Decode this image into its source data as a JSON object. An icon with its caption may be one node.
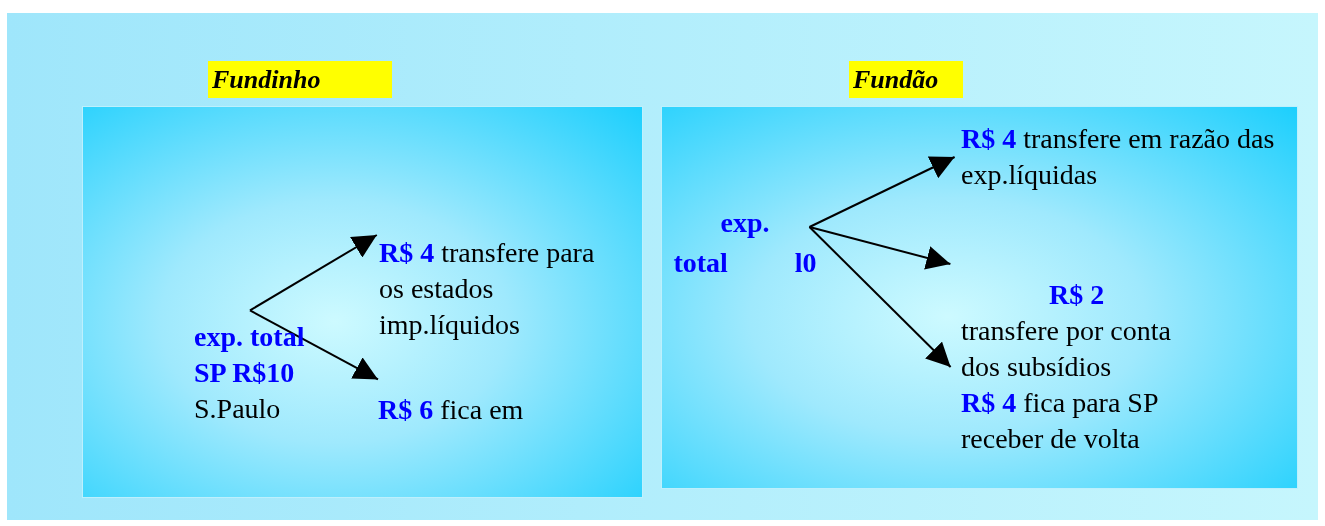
{
  "diagram": {
    "nodes": [
      {
        "text": [
          "Fundinho"
        ]
      },
      {
        "text": [
          "**exp. total SP R$10** S.Paulo"
        ],
        "in": 0
      },
      {
        "text": [
          "**R$ 4** transfere para os estados imp.líquidos"
        ],
        "in": 0
      },
      {
        "text": [
          "**R$ 6** fica em"
        ],
        "in": 0
      },
      {
        "text": [
          "Fundão"
        ]
      },
      {
        "text": [
          "exp. total l0"
        ],
        "in": 4
      },
      {
        "text": [
          "**R$ 4** transfere em razão das exp.líquidas"
        ],
        "in": 4
      },
      {
        "text": [
          "**R$ 2** transfere por conta dos subsídios"
        ],
        "in": 4
      },
      {
        "text": [
          "**R$ 4** fica para SP receber de volta"
        ],
        "in": 4
      }
    ],
    "edges": [
      {
        "from": 1,
        "to": 2,
        "arrow": "to"
      },
      {
        "from": 1,
        "to": 3,
        "arrow": "to"
      },
      {
        "from": 5,
        "to": 6,
        "arrow": "to"
      },
      {
        "from": 5,
        "to": 7,
        "arrow": "to"
      },
      {
        "from": 5,
        "to": 8,
        "arrow": "to"
      }
    ]
  }
}
